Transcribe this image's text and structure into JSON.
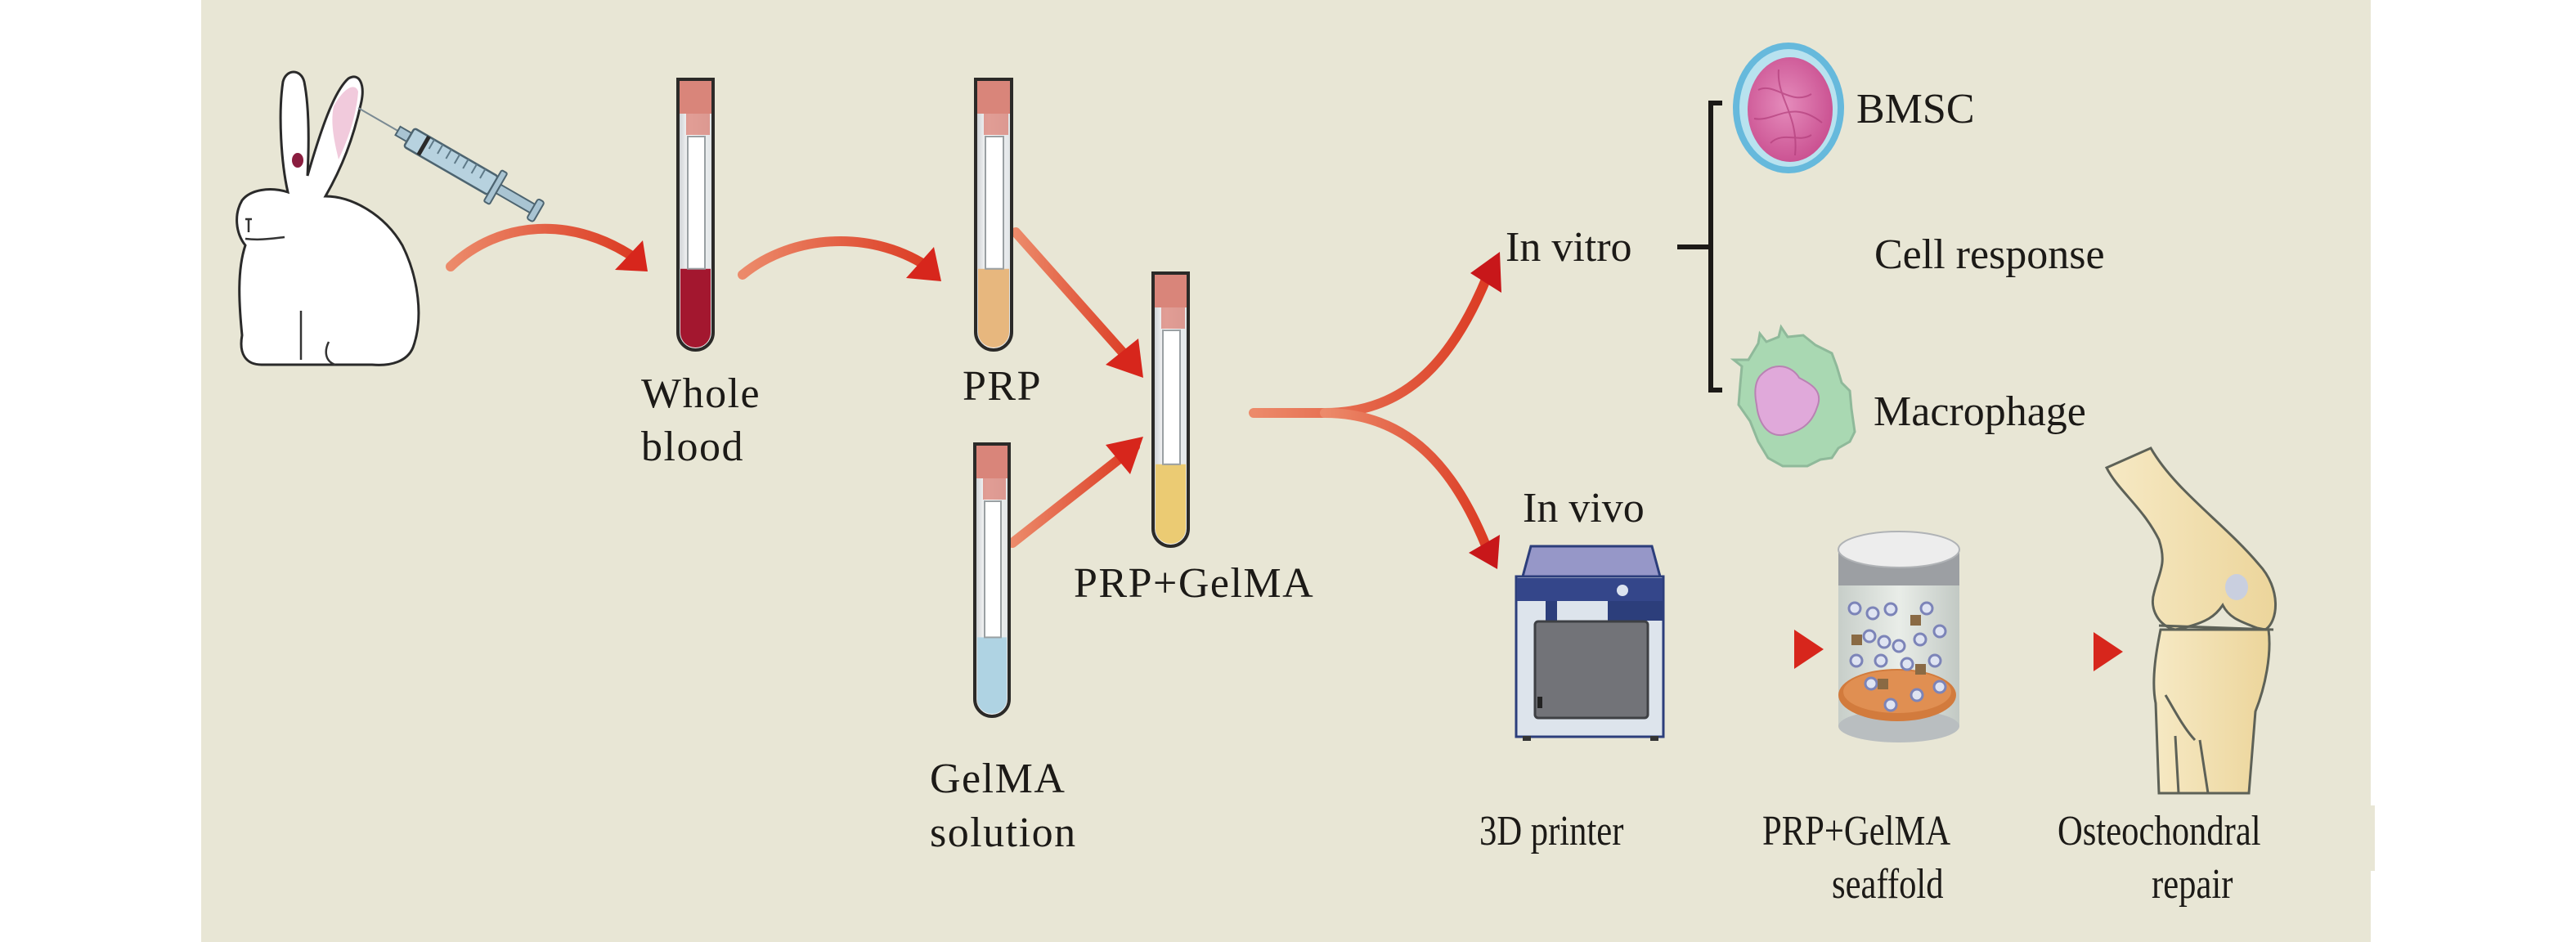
{
  "figure": {
    "type": "workflow-schematic",
    "colors": {
      "background": "#E8E6D5",
      "arrow": "#E0582F",
      "arrow_head": "#D7261C",
      "text": "#1C1A17",
      "tube_cap": "#D9857A",
      "whole_blood": "#A3172F",
      "prp": "#E7B77E",
      "gelma": "#AFD3E3",
      "prp_gelma": "#EBCB73",
      "bmsc_membrane": "#4DA8D3",
      "bmsc_nucleus": "#D45C9C",
      "macrophage": "#A8D7B0",
      "macrophage_nucleus": "#DDA7D8",
      "printer_top": "#8E8FC2",
      "printer_band": "#2C3E7B",
      "printer_door": "#6F7073",
      "scaffold_base": "#D37A3C",
      "bone": "#F2DEA9"
    }
  },
  "steps": {
    "source": {
      "icon": "rabbit-icon",
      "tool": "syringe-icon"
    },
    "whole_blood": {
      "line1": "Whole",
      "line2": "blood"
    },
    "prp": {
      "label": "PRP"
    },
    "gelma": {
      "line1": "GelMA",
      "line2": "solution"
    },
    "mix": {
      "label": "PRP+GelMA"
    }
  },
  "branches": {
    "in_vitro": {
      "label": "In vitro",
      "cells": [
        {
          "label": "BMSC",
          "icon": "bmsc-cell-icon"
        },
        {
          "label": "Macrophage",
          "icon": "macrophage-icon"
        }
      ],
      "outcome": "Cell response"
    },
    "in_vivo": {
      "label": "In vivo",
      "stages": [
        {
          "line1": "3D printer",
          "line2": "",
          "icon": "3d-printer-icon"
        },
        {
          "line1": "PRP+GelMA",
          "line2": "seaffold",
          "icon": "scaffold-icon"
        },
        {
          "line1": "Osteochondral",
          "line2": "repair",
          "icon": "knee-joint-icon"
        }
      ]
    }
  }
}
